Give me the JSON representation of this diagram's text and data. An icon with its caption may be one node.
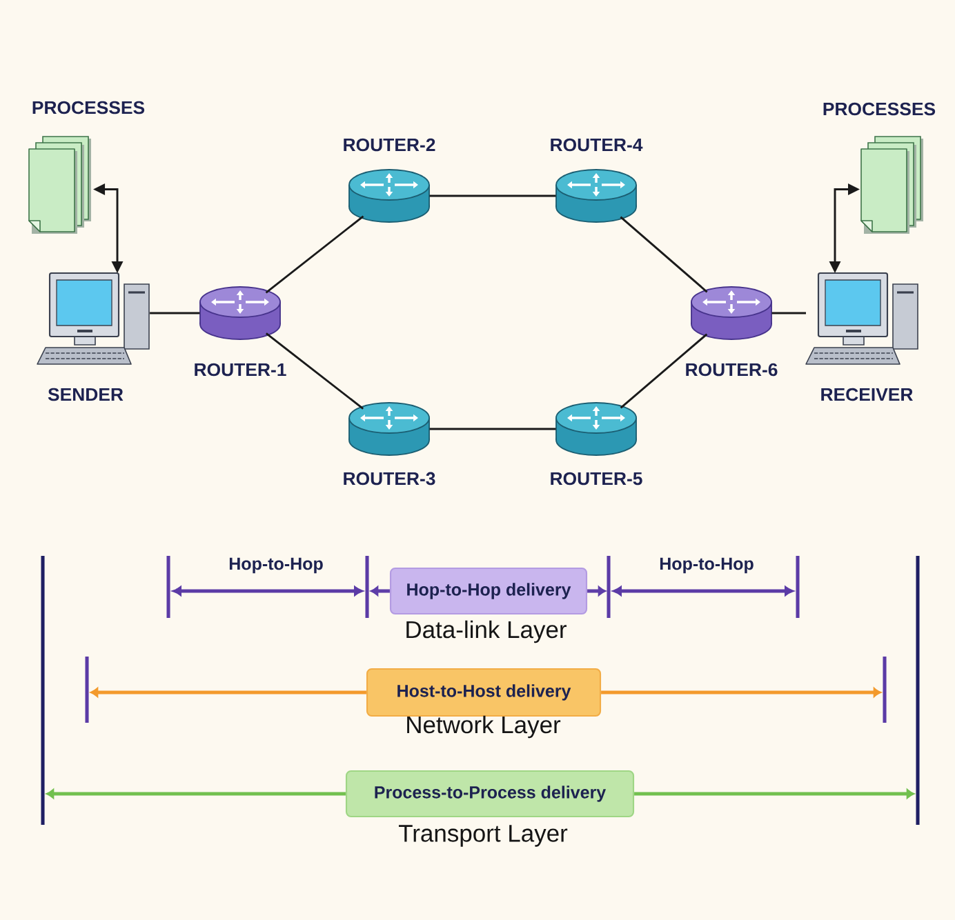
{
  "diagram": {
    "nodes": [
      {
        "text": [
          "PROCESSES"
        ]
      },
      {
        "text": [
          "SENDER"
        ]
      },
      {
        "text": [
          "ROUTER-1"
        ]
      },
      {
        "text": [
          "ROUTER-2"
        ]
      },
      {
        "text": [
          "ROUTER-3"
        ]
      },
      {
        "text": [
          "ROUTER-4"
        ]
      },
      {
        "text": [
          "ROUTER-5"
        ]
      },
      {
        "text": [
          "ROUTER-6"
        ]
      },
      {
        "text": [
          "RECEIVER"
        ]
      },
      {
        "text": [
          "PROCESSES"
        ]
      },
      {
        "text": [
          "Hop-to-Hop delivery"
        ],
        "beside": [
          "Data-link Layer"
        ]
      },
      {
        "text": [
          "Host-to-Host delivery"
        ],
        "beside": [
          "Network Layer"
        ]
      },
      {
        "text": [
          "Process-to-Process delivery"
        ],
        "beside": [
          "Transport Layer"
        ]
      }
    ],
    "edges": [
      {
        "from": 0,
        "to": 1,
        "arrow": "both"
      },
      {
        "from": 1,
        "to": 2,
        "arrow": "none"
      },
      {
        "from": 2,
        "to": 3,
        "arrow": "none"
      },
      {
        "from": 2,
        "to": 4,
        "arrow": "none"
      },
      {
        "from": 3,
        "to": 5,
        "arrow": "none"
      },
      {
        "from": 4,
        "to": 6,
        "arrow": "none"
      },
      {
        "from": 5,
        "to": 7,
        "arrow": "none"
      },
      {
        "from": 6,
        "to": 7,
        "arrow": "none"
      },
      {
        "from": 7,
        "to": 8,
        "arrow": "none"
      },
      {
        "from": 8,
        "to": 9,
        "arrow": "both"
      },
      {
        "from": 10,
        "to": null,
        "arrow": "to",
        "color": "#5e3ea8"
      },
      {
        "from": 10,
        "to": null,
        "arrow": "to",
        "color": "#5e3ea8"
      },
      {
        "from": 11,
        "to": null,
        "arrow": "to",
        "color": "#f39a2c"
      },
      {
        "from": 11,
        "to": null,
        "arrow": "to",
        "color": "#f39a2c"
      },
      {
        "from": 12,
        "to": null,
        "arrow": "to",
        "color": "#72c04f"
      },
      {
        "from": 12,
        "to": null,
        "arrow": "to",
        "color": "#72c04f"
      }
    ],
    "labels": [
      "Hop-to-Hop",
      "Hop-to-Hop"
    ]
  }
}
